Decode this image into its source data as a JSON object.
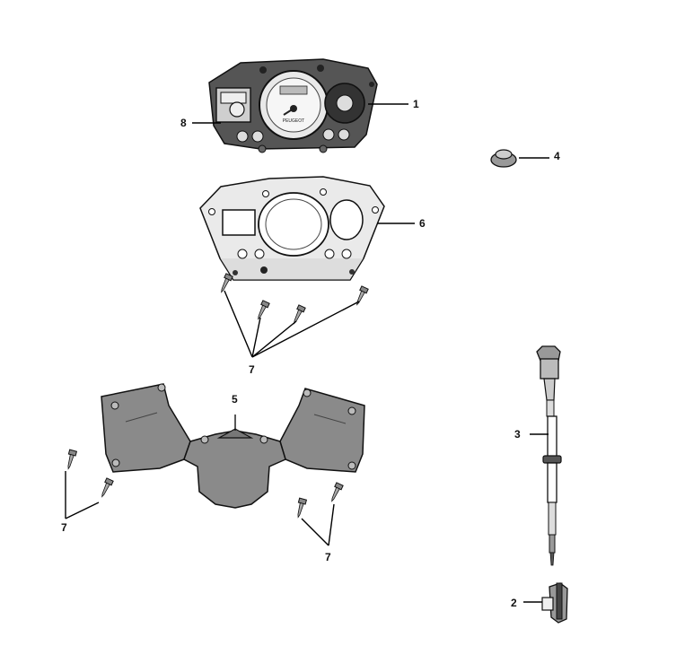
{
  "callouts": {
    "c1": "1",
    "c2": "2",
    "c3": "3",
    "c4": "4",
    "c5": "5",
    "c6": "6",
    "c7a": "7",
    "c7b": "7",
    "c7c": "7",
    "c8": "8"
  },
  "dashboard_brand": "PEUGEOT"
}
